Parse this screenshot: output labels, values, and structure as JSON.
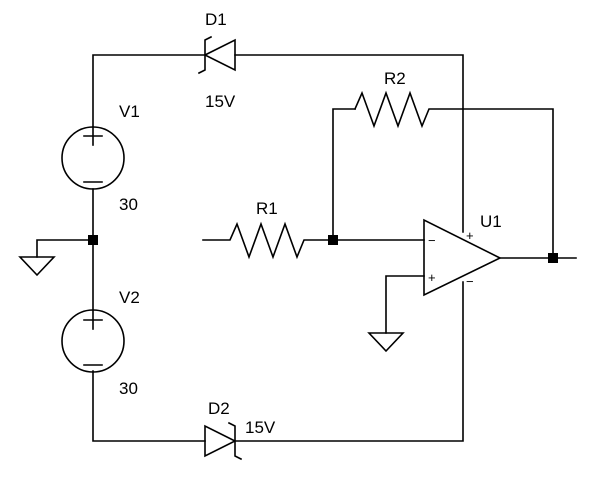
{
  "components": {
    "d1": {
      "name": "D1",
      "value": "15V"
    },
    "d2": {
      "name": "D2",
      "value": "15V"
    },
    "v1": {
      "name": "V1",
      "value": "30",
      "plus": "+",
      "minus": "−"
    },
    "v2": {
      "name": "V2",
      "value": "30",
      "plus": "+",
      "minus": "−"
    },
    "r1": {
      "name": "R1"
    },
    "r2": {
      "name": "R2"
    },
    "u1": {
      "name": "U1",
      "in_minus": "−",
      "in_plus": "+",
      "supply_plus": "+",
      "supply_minus": "−"
    }
  }
}
